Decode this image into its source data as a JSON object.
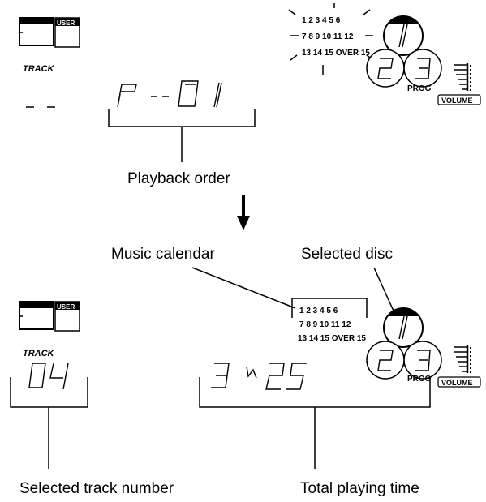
{
  "top_panel": {
    "user_badge": "USER",
    "track_label": "TRACK",
    "track_display": "- -",
    "main_display": "P-01",
    "calendar_row1": "1 2 3 4 5 6",
    "calendar_row2": "7 8 9 10 11 12",
    "calendar_row3": "13 14 15 OVER 15",
    "prog_label": "PROG",
    "volume_label": "VOLUME",
    "callout_playback": "Playback order"
  },
  "bottom_panel": {
    "user_badge": "USER",
    "track_label": "TRACK",
    "track_display": "04",
    "time_display": "3M25",
    "calendar_row1": "1 2 3 4 5 6",
    "calendar_row2": "7 8 9 10 11 12",
    "calendar_row3": "13 14 15 OVER 15",
    "prog_label": "PROG",
    "volume_label": "VOLUME",
    "callout_music_calendar": "Music calendar",
    "callout_selected_disc": "Selected disc",
    "callout_track_number": "Selected track number",
    "callout_total_time": "Total playing time"
  },
  "disc_numbers": [
    "1",
    "2",
    "3"
  ]
}
